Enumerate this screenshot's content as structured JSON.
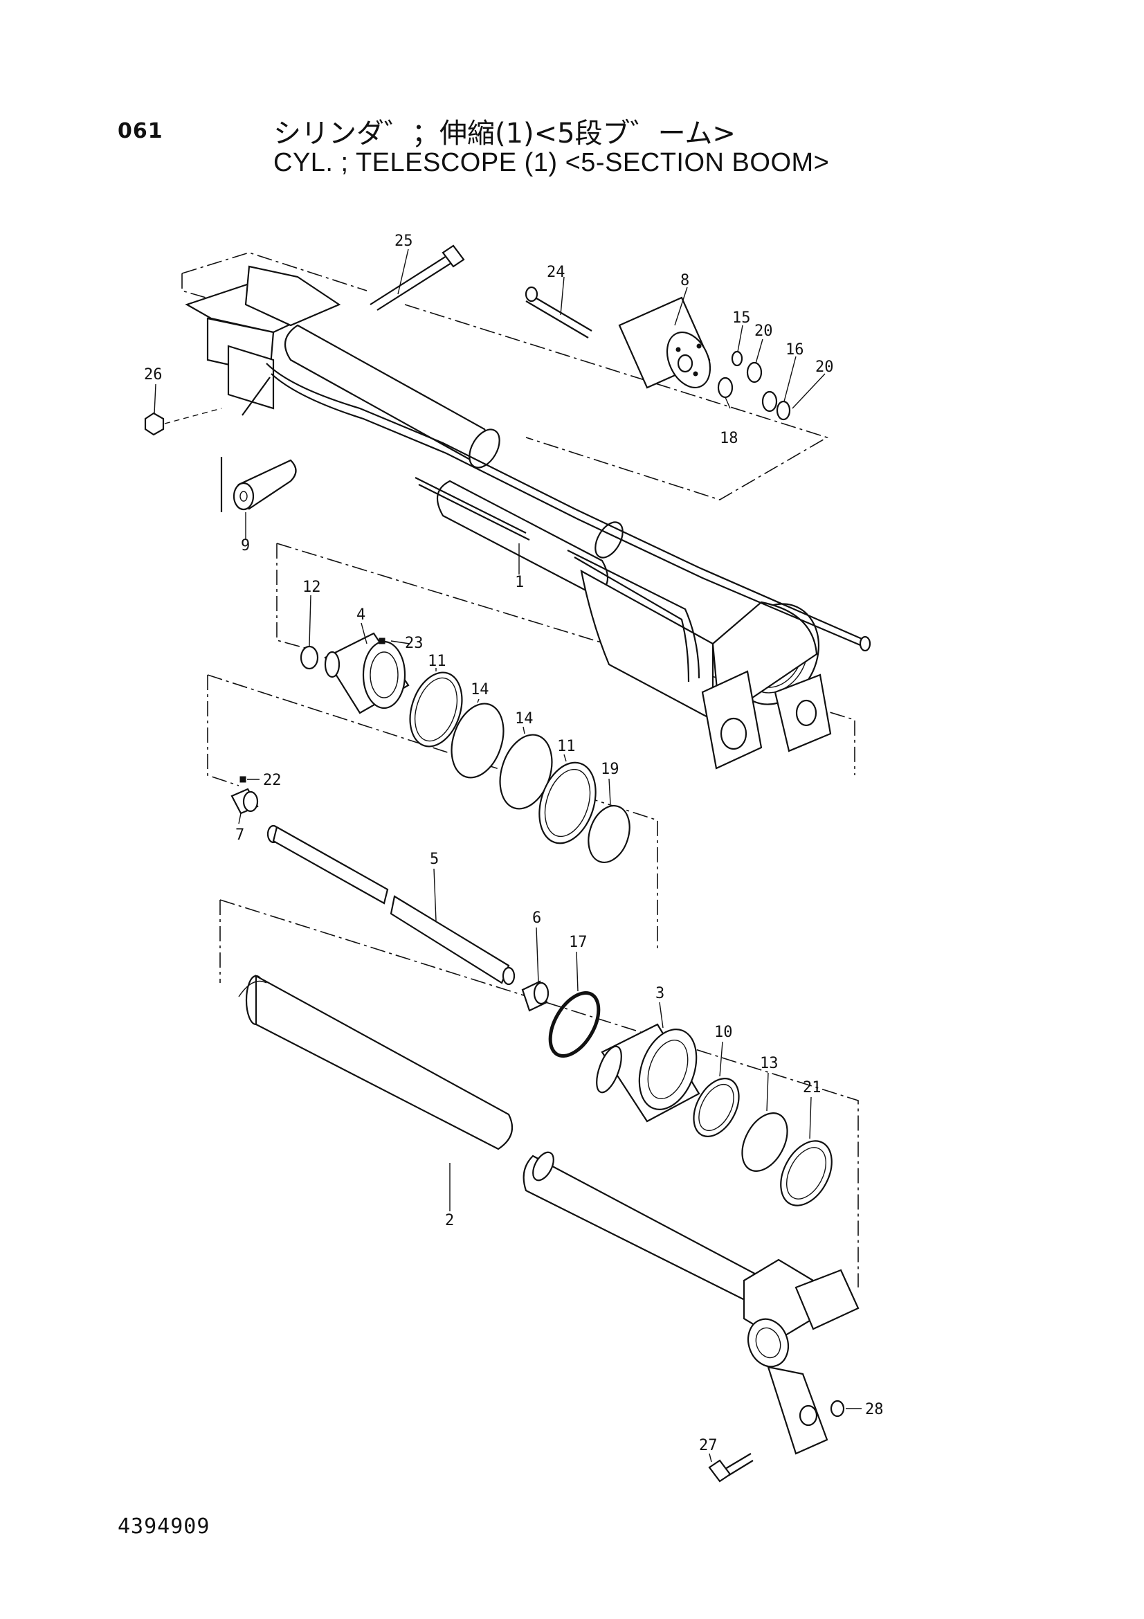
{
  "header": {
    "page_number": "061",
    "title_jp": "シリンダ゛；伸縮(1)<5段ブ゛ーム>",
    "title_en": "CYL. ; TELESCOPE (1) <5-SECTION  BOOM>"
  },
  "footer": {
    "document_number": "4394909"
  },
  "callouts": [
    {
      "id": "c25",
      "label": "25"
    },
    {
      "id": "c24",
      "label": "24"
    },
    {
      "id": "c8",
      "label": "8"
    },
    {
      "id": "c15",
      "label": "15"
    },
    {
      "id": "c20a",
      "label": "20"
    },
    {
      "id": "c16",
      "label": "16"
    },
    {
      "id": "c20b",
      "label": "20"
    },
    {
      "id": "c18",
      "label": "18"
    },
    {
      "id": "c26",
      "label": "26"
    },
    {
      "id": "c9",
      "label": "9"
    },
    {
      "id": "c1",
      "label": "1"
    },
    {
      "id": "c12",
      "label": "12"
    },
    {
      "id": "c4",
      "label": "4"
    },
    {
      "id": "c23",
      "label": "23"
    },
    {
      "id": "c11a",
      "label": "11"
    },
    {
      "id": "c14a",
      "label": "14"
    },
    {
      "id": "c14b",
      "label": "14"
    },
    {
      "id": "c11b",
      "label": "11"
    },
    {
      "id": "c19",
      "label": "19"
    },
    {
      "id": "c22",
      "label": "22"
    },
    {
      "id": "c7",
      "label": "7"
    },
    {
      "id": "c5",
      "label": "5"
    },
    {
      "id": "c6",
      "label": "6"
    },
    {
      "id": "c17",
      "label": "17"
    },
    {
      "id": "c3",
      "label": "3"
    },
    {
      "id": "c10",
      "label": "10"
    },
    {
      "id": "c13",
      "label": "13"
    },
    {
      "id": "c21",
      "label": "21"
    },
    {
      "id": "c2",
      "label": "2"
    },
    {
      "id": "c28",
      "label": "28"
    },
    {
      "id": "c27",
      "label": "27"
    }
  ]
}
